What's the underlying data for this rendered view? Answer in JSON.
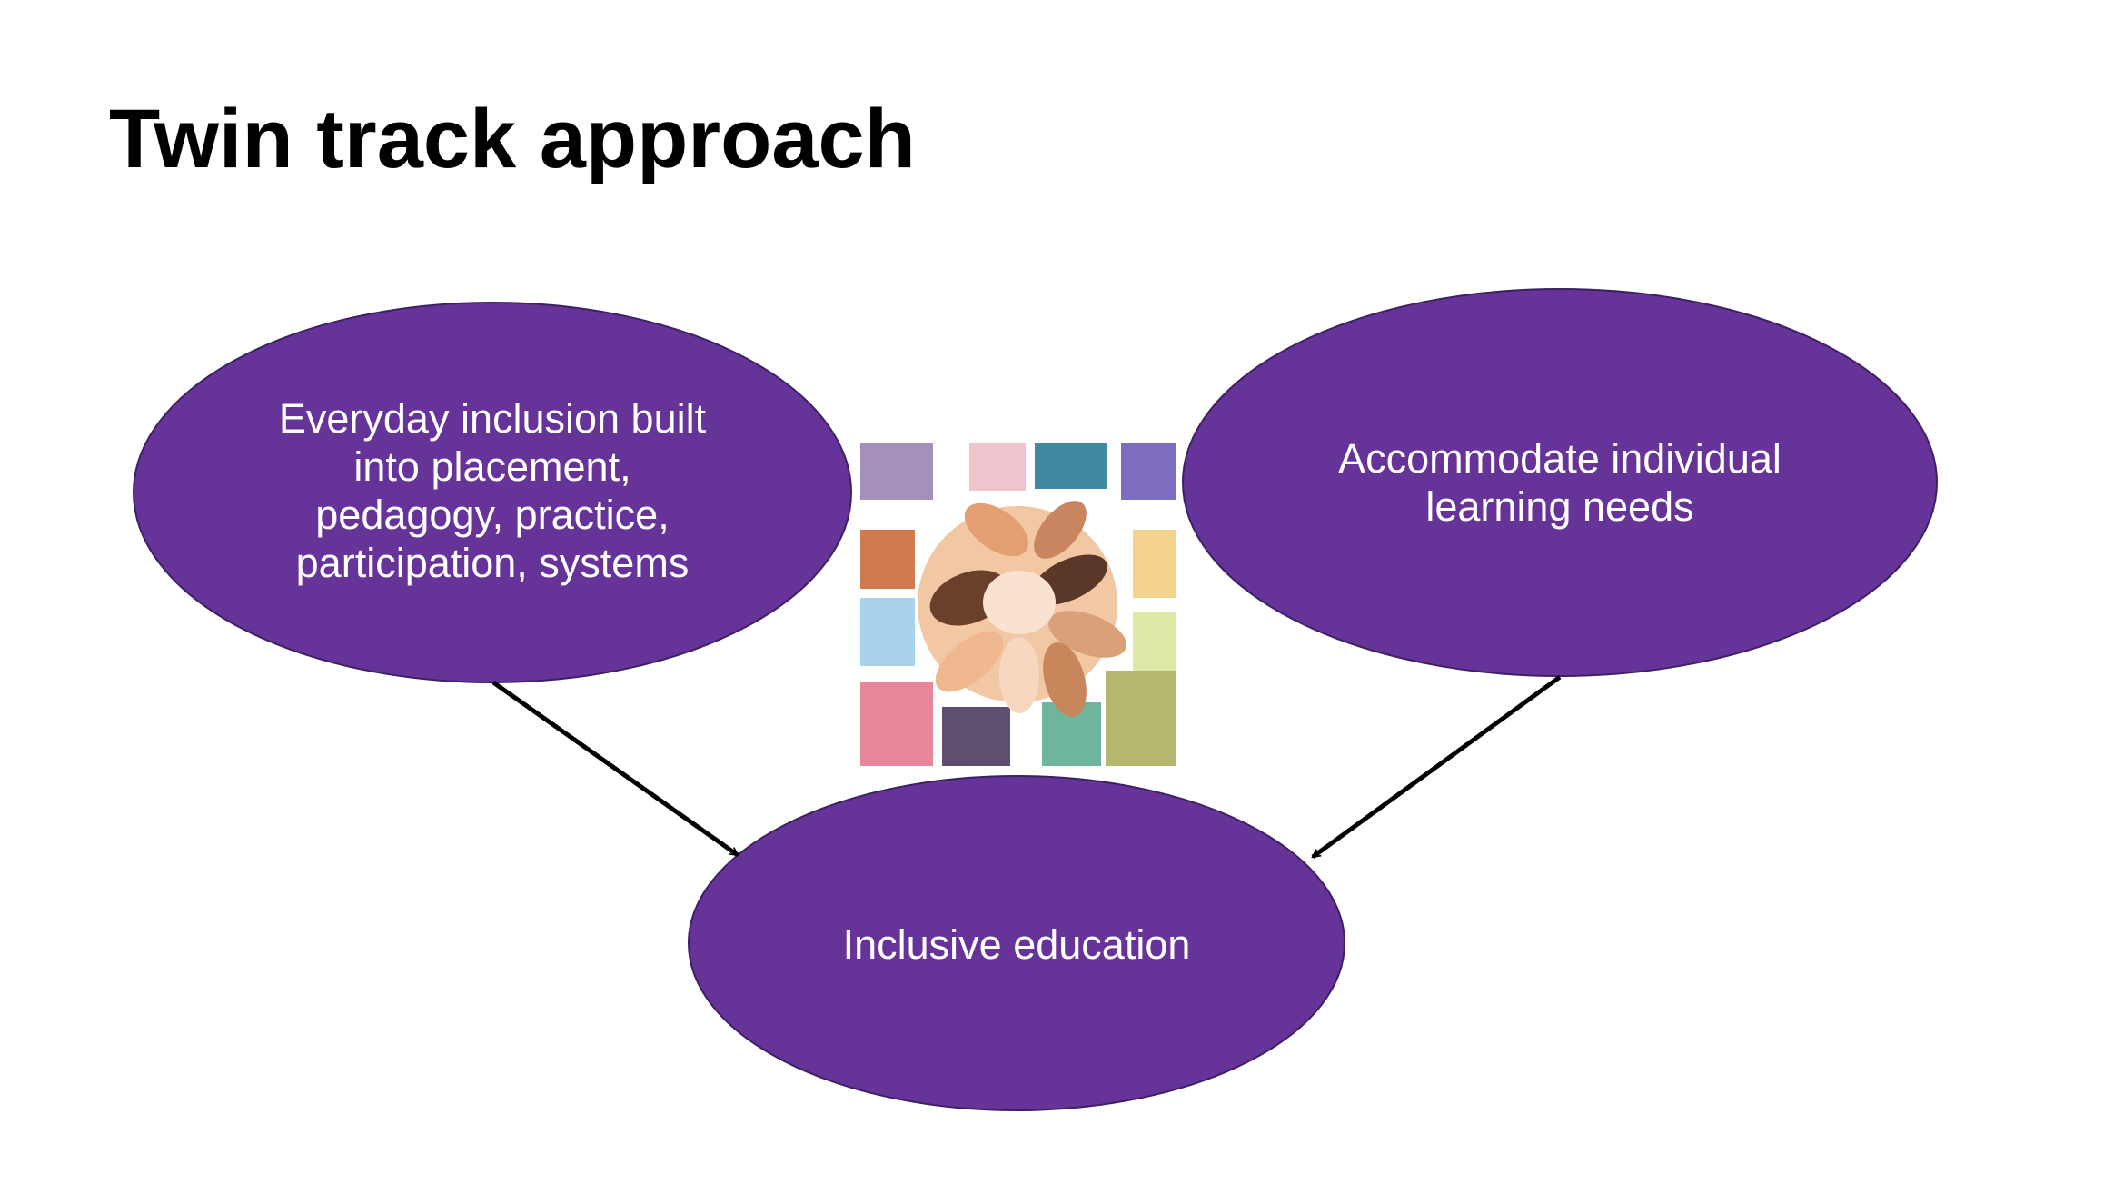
{
  "slide": {
    "title": "Twin track approach"
  },
  "colors": {
    "node_fill": "#663399",
    "node_stroke": "#3d2063",
    "node_text": "#ffffff",
    "arrow": "#000000",
    "background": "#ffffff"
  },
  "nodes": {
    "everyday_inclusion": "Everyday inclusion built\ninto placement,\npedagogy, practice,\nparticipation, systems",
    "individual_needs": "Accommodate individual\nlearning needs",
    "inclusive_education": "Inclusive education"
  },
  "edges": [
    {
      "from": "everyday_inclusion",
      "to": "inclusive_education"
    },
    {
      "from": "individual_needs",
      "to": "inclusive_education"
    }
  ],
  "image": {
    "icon": "diverse-hands-together-icon"
  }
}
